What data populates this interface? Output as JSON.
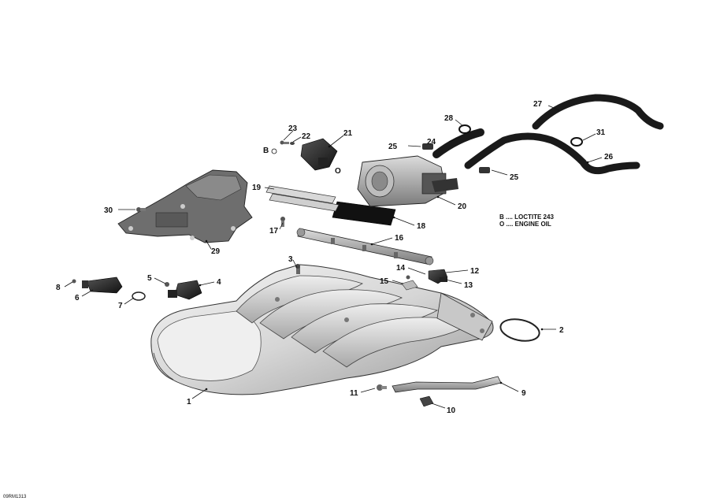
{
  "legend": {
    "b": "B .... LOCTITE 243",
    "o": "O .... ENGINE OIL"
  },
  "code": "09RM1313",
  "marks": {
    "b": "B",
    "o": "O"
  },
  "callouts": {
    "c1": "1",
    "c2": "2",
    "c3": "3",
    "c4": "4",
    "c5": "5",
    "c6": "6",
    "c7": "7",
    "c8": "8",
    "c9": "9",
    "c10": "10",
    "c11": "11",
    "c12": "12",
    "c13": "13",
    "c14": "14",
    "c15": "15",
    "c16": "16",
    "c17": "17",
    "c18": "18",
    "c19": "19",
    "c20": "20",
    "c21": "21",
    "c22": "22",
    "c23": "23",
    "c24": "24",
    "c25": "25",
    "c26": "26",
    "c27": "27",
    "c28": "28",
    "c29": "29",
    "c30": "30",
    "c31": "31"
  }
}
